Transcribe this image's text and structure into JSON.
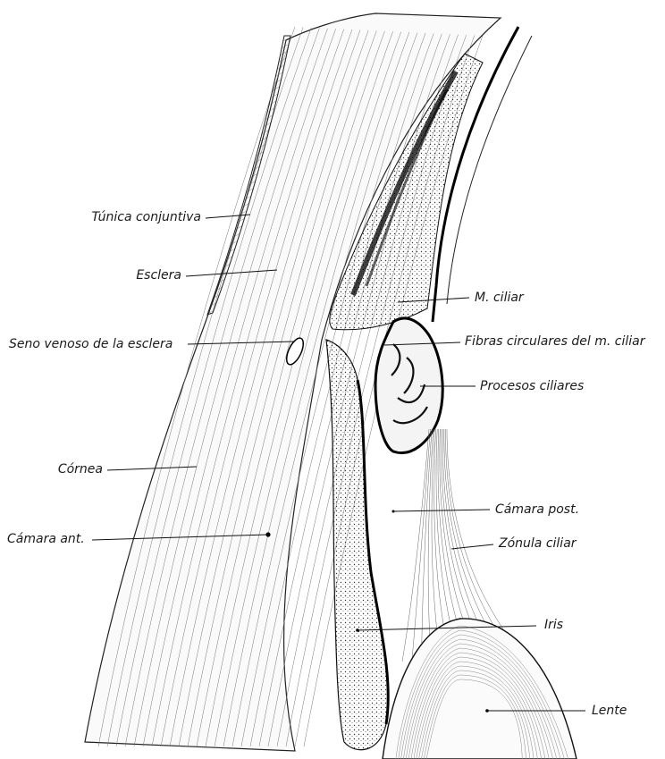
{
  "labels": {
    "tunica_conjuntiva": "Túnica conjuntiva",
    "esclera": "Esclera",
    "seno_venoso": "Seno venoso de la esclera",
    "cornea": "Córnea",
    "camara_ant": "Cámara ant.",
    "m_ciliar": "M. ciliar",
    "fibras_circulares": "Fibras circulares del m. ciliar",
    "procesos_ciliares": "Procesos ciliares",
    "camara_post": "Cámara post.",
    "zonula_ciliar": "Zónula ciliar",
    "iris": "Iris",
    "lente": "Lente"
  }
}
